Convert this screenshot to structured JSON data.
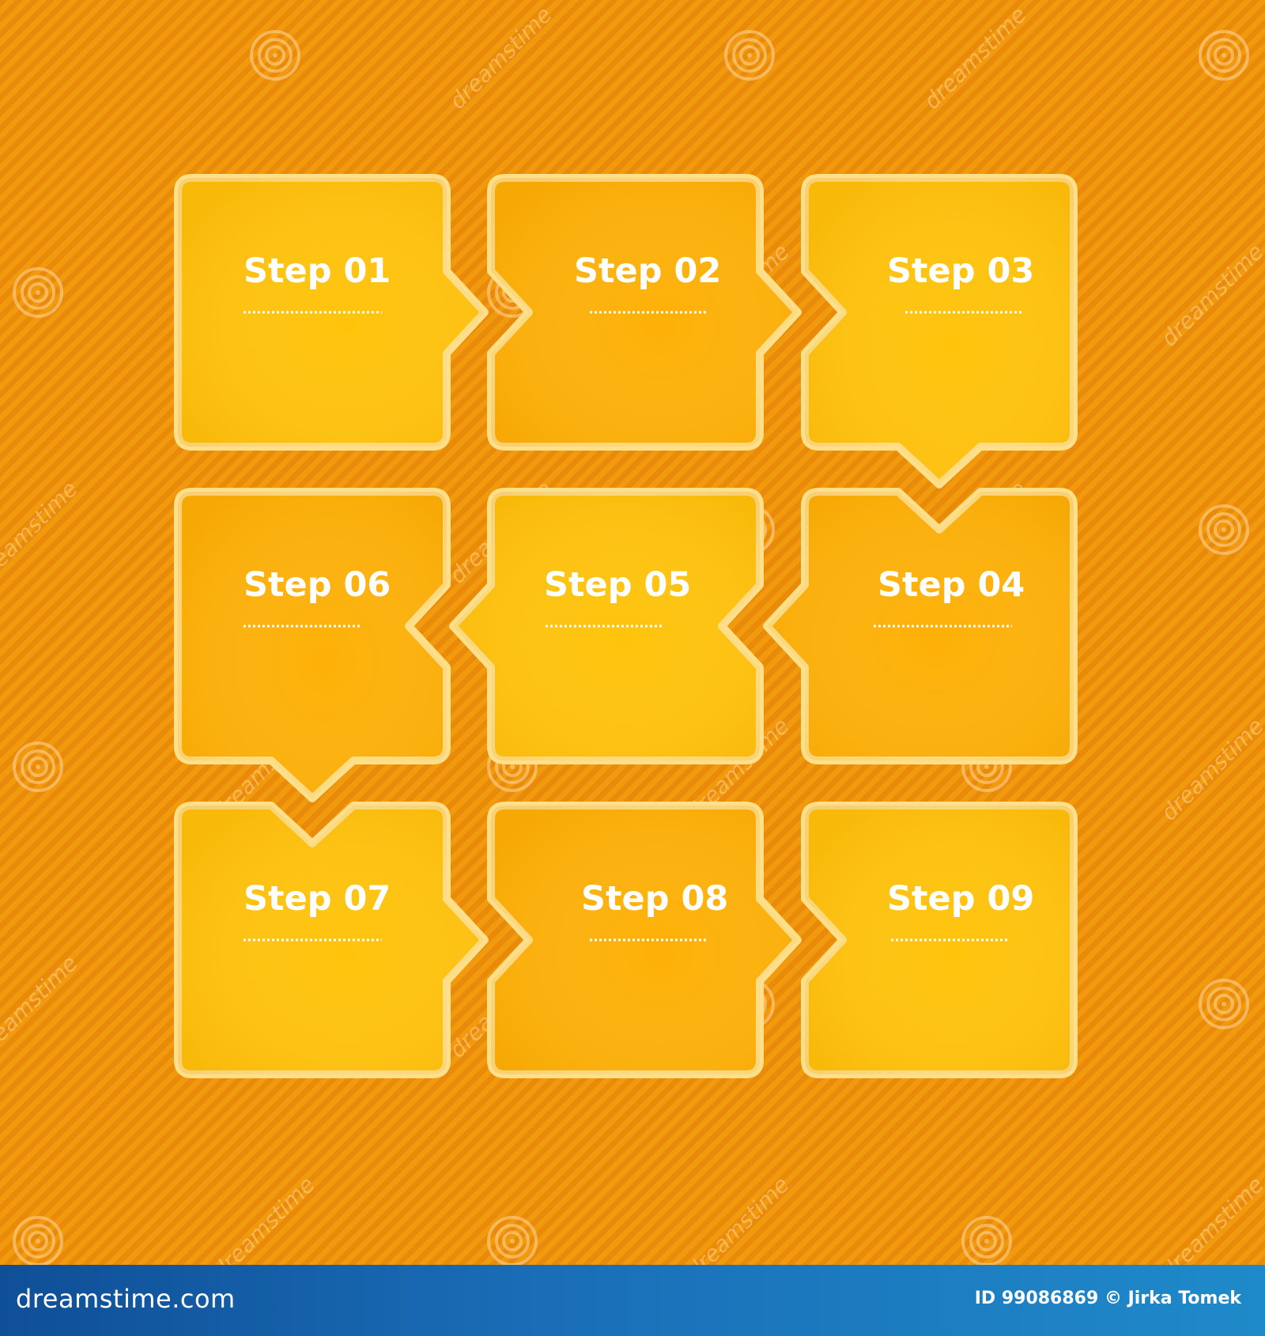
{
  "steps": [
    {
      "label": "Step 01",
      "fill": "#ffc30a"
    },
    {
      "label": "Step 02",
      "fill": "#fdb005"
    },
    {
      "label": "Step 03",
      "fill": "#ffc30a"
    },
    {
      "label": "Step 04",
      "fill": "#fdb005"
    },
    {
      "label": "Step 05",
      "fill": "#ffc30a"
    },
    {
      "label": "Step 06",
      "fill": "#fdb005"
    },
    {
      "label": "Step 07",
      "fill": "#ffc30a"
    },
    {
      "label": "Step 08",
      "fill": "#fdb005"
    },
    {
      "label": "Step 09",
      "fill": "#ffc30a"
    }
  ],
  "colors": {
    "background": "#f29a0e",
    "stripe": "#e98a0a",
    "border": "#ffe08a",
    "watermark": "#ffd79a"
  },
  "watermark": {
    "text": "dreamstime",
    "icon": "dreamstime-spiral-icon"
  },
  "footer": {
    "logo": "dreamstime.com",
    "credit": "ID 99086869 © Jirka Tomek",
    "background": "#1a6fb8"
  }
}
